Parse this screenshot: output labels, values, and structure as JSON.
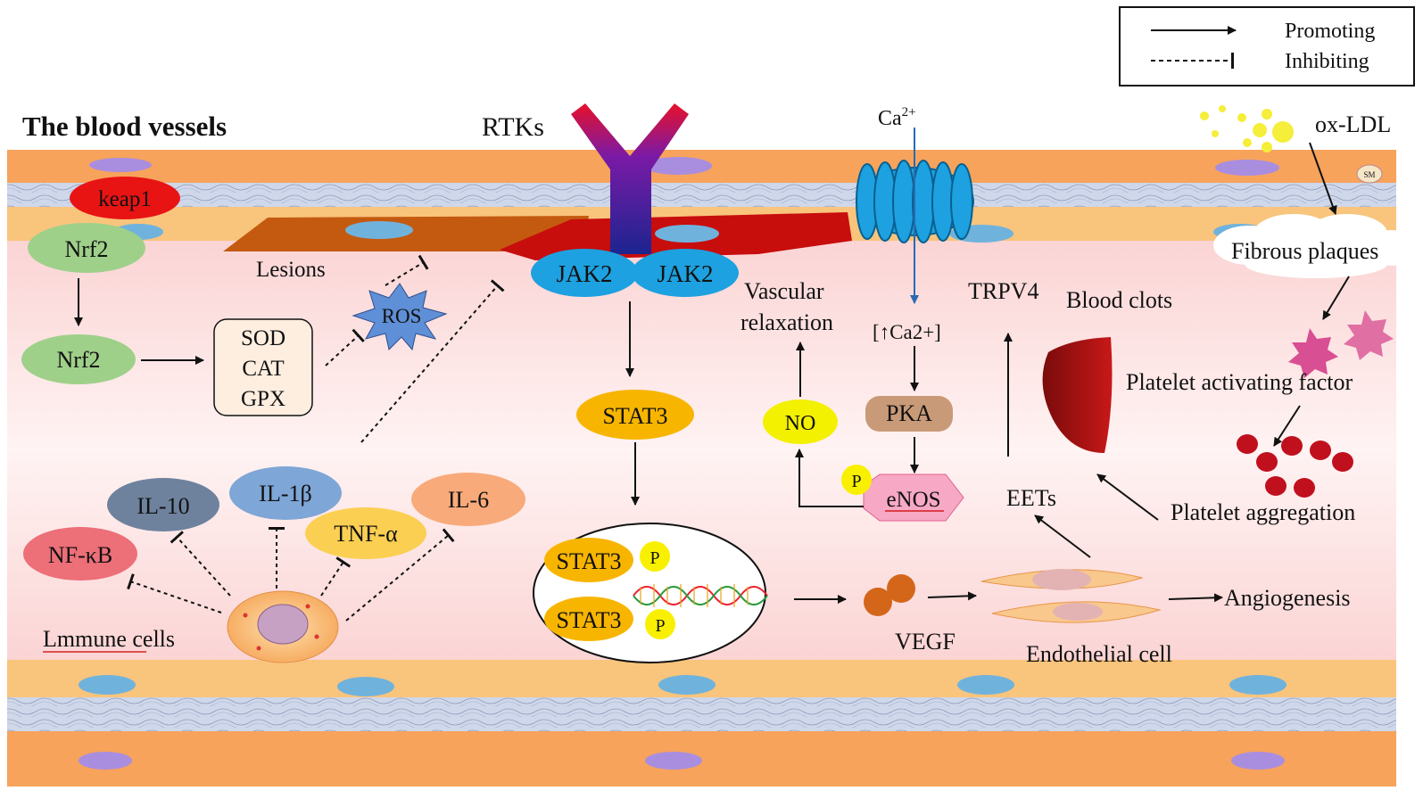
{
  "title": "The blood vessels",
  "legend": {
    "promoting": "Promoting",
    "inhibiting": "Inhibiting"
  },
  "receptors": {
    "rtks": "RTKs",
    "jak2_left": "JAK2",
    "jak2_right": "JAK2",
    "calcium_label": "Ca",
    "calcium_sup": "2+",
    "trpv4": "TRPV4"
  },
  "nrf2_pathway": {
    "keap1": "keap1",
    "nrf2_bound": "Nrf2",
    "nrf2_free": "Nrf2",
    "enzymes": [
      "SOD",
      "CAT",
      "GPX"
    ],
    "ros": "ROS",
    "lesions": "Lesions"
  },
  "cytokines": {
    "il10": "IL-10",
    "il1b": "IL-1β",
    "tnfa": "TNF-α",
    "il6": "IL-6",
    "nfkb": "NF-κB",
    "immune_cells": "Lmmune cells"
  },
  "stat_pathway": {
    "stat3": "STAT3",
    "stat3_dimer_top": "STAT3",
    "stat3_dimer_bottom": "STAT3",
    "phospho": "P",
    "vegf": "VEGF",
    "endothelial_cell": "Endothelial cell",
    "angiogenesis": "Angiogenesis"
  },
  "no_pathway": {
    "vascular_relaxation_line1": "Vascular",
    "vascular_relaxation_line2": "relaxation",
    "ca_increase": "[↑Ca2+]",
    "pka": "PKA",
    "no": "NO",
    "enos": "eNOS",
    "phospho": "P",
    "eets": "EETs"
  },
  "platelet_pathway": {
    "ox_ldl": "ox-LDL",
    "sm": "SM",
    "fibrous_plaques": "Fibrous plaques",
    "blood_clots": "Blood clots",
    "platelet_activating_factor": "Platelet activating factor",
    "platelet_aggregation": "Platelet aggregation"
  },
  "colors": {
    "smooth_muscle": "#f7a35c",
    "endothelium": "#f9c47c",
    "lumen": "#fde4e4",
    "elastic": "#c9d2e6",
    "nucleus_blue": "#6fb3dd",
    "nucleus_purple": "#a98ee0",
    "lesion": "#c45a10",
    "red_band": "#c80d0d",
    "jak2": "#1da1e0",
    "stat3": "#f7b500",
    "ros": "#5f8fd6"
  }
}
